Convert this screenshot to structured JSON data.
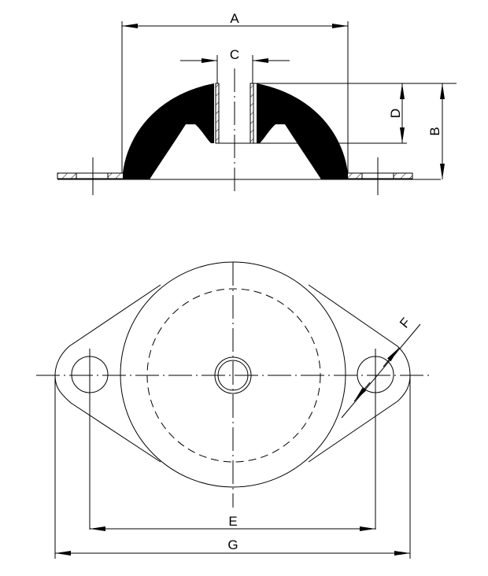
{
  "drawing": {
    "title": "Rubber anti-vibration mount technical drawing",
    "views": [
      "section-view",
      "top-view"
    ],
    "dimensions": {
      "A": "A",
      "B": "B",
      "C": "C",
      "D": "D",
      "E": "E",
      "F": "F",
      "G": "G"
    },
    "colors": {
      "line": "#000000",
      "rubber": "#000000",
      "background": "#ffffff"
    }
  }
}
